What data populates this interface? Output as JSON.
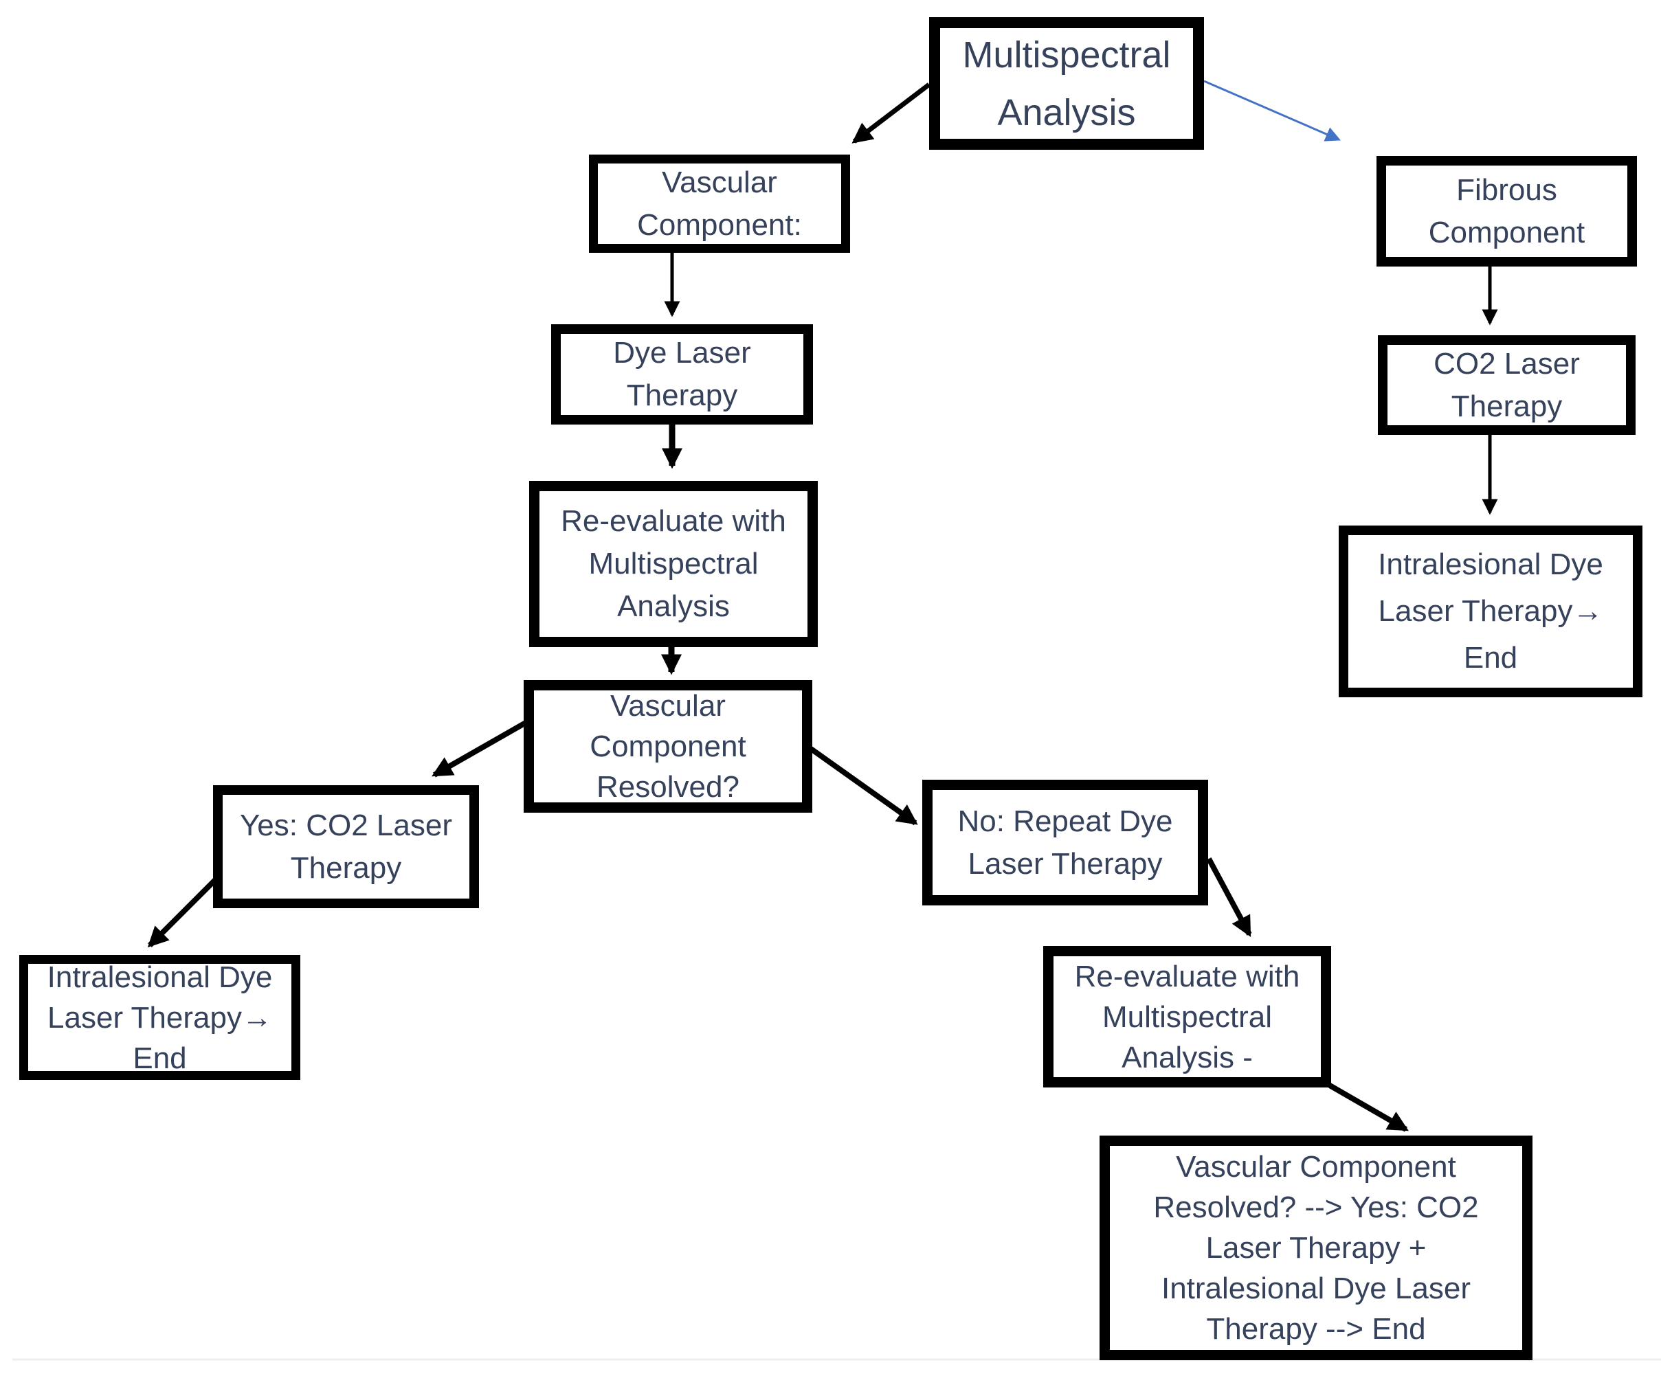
{
  "diagram": {
    "type": "flowchart",
    "colors": {
      "box_border": "#000000",
      "box_fill": "#ffffff",
      "text": "#36425c",
      "arrow_black": "#000000",
      "arrow_blue": "#4472c4",
      "bottom_rule": "#eeeeee"
    },
    "nodes": {
      "multispectral": {
        "label": "Multispectral\nAnalysis"
      },
      "vascular_component": {
        "label": "Vascular\nComponent:"
      },
      "dye_laser": {
        "label": "Dye Laser\nTherapy"
      },
      "reevaluate1": {
        "label": "Re-evaluate with\nMultispectral\nAnalysis"
      },
      "resolved": {
        "label": "Vascular\nComponent\nResolved?"
      },
      "yes_co2": {
        "label": "Yes: CO2 Laser\nTherapy"
      },
      "intralesional_left": {
        "label": "Intralesional Dye\nLaser Therapy→\nEnd"
      },
      "no_repeat": {
        "label": "No: Repeat Dye\nLaser Therapy"
      },
      "reevaluate2": {
        "label": "Re-evaluate with\nMultispectral\nAnalysis -"
      },
      "final": {
        "label": "Vascular Component\nResolved? --> Yes: CO2\nLaser Therapy +\nIntralesional Dye Laser\nTherapy --> End"
      },
      "fibrous": {
        "label": "Fibrous\nComponent"
      },
      "co2_right": {
        "label": "CO2 Laser\nTherapy"
      },
      "intralesional_right": {
        "label": "Intralesional Dye\nLaser Therapy→\nEnd"
      }
    },
    "edges": [
      {
        "from": "multispectral",
        "to": "vascular_component",
        "color": "black"
      },
      {
        "from": "multispectral",
        "to": "fibrous",
        "color": "blue"
      },
      {
        "from": "vascular_component",
        "to": "dye_laser",
        "color": "black"
      },
      {
        "from": "dye_laser",
        "to": "reevaluate1",
        "color": "black"
      },
      {
        "from": "reevaluate1",
        "to": "resolved",
        "color": "black"
      },
      {
        "from": "resolved",
        "to": "yes_co2",
        "color": "black"
      },
      {
        "from": "resolved",
        "to": "no_repeat",
        "color": "black"
      },
      {
        "from": "yes_co2",
        "to": "intralesional_left",
        "color": "black"
      },
      {
        "from": "no_repeat",
        "to": "reevaluate2",
        "color": "black"
      },
      {
        "from": "reevaluate2",
        "to": "final",
        "color": "black"
      },
      {
        "from": "fibrous",
        "to": "co2_right",
        "color": "black"
      },
      {
        "from": "co2_right",
        "to": "intralesional_right",
        "color": "black"
      }
    ]
  }
}
